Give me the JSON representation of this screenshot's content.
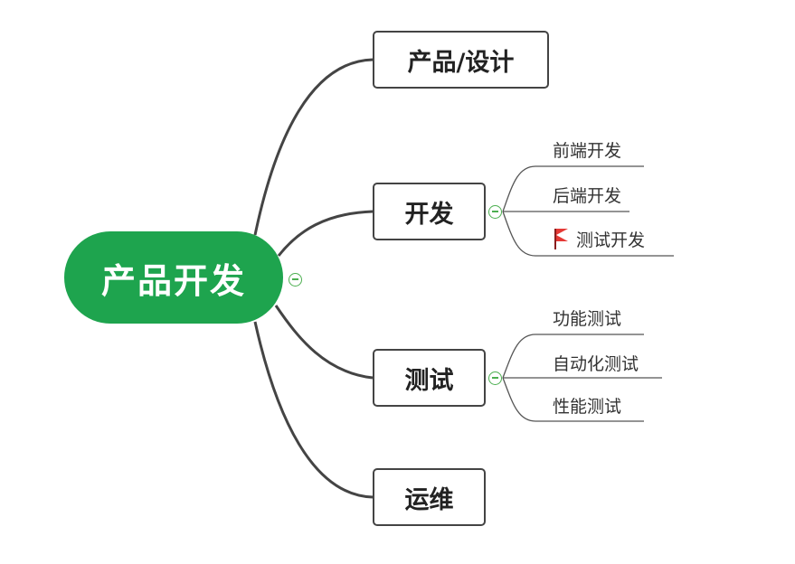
{
  "root": {
    "label": "产品开发"
  },
  "topics": [
    {
      "label": "产品/设计",
      "children": []
    },
    {
      "label": "开发",
      "children": [
        "前端开发",
        "后端开发",
        "测试开发"
      ]
    },
    {
      "label": "测试",
      "children": [
        "功能测试",
        "自动化测试",
        "性能测试"
      ]
    },
    {
      "label": "运维",
      "children": []
    }
  ],
  "markers": {
    "flag_on": "测试开发",
    "flag_icon": "red-flag-icon"
  },
  "colors": {
    "root_fill": "#1ea44e",
    "connector": "#444444",
    "collapse": "#4caf50",
    "sub_line": "#555555"
  }
}
